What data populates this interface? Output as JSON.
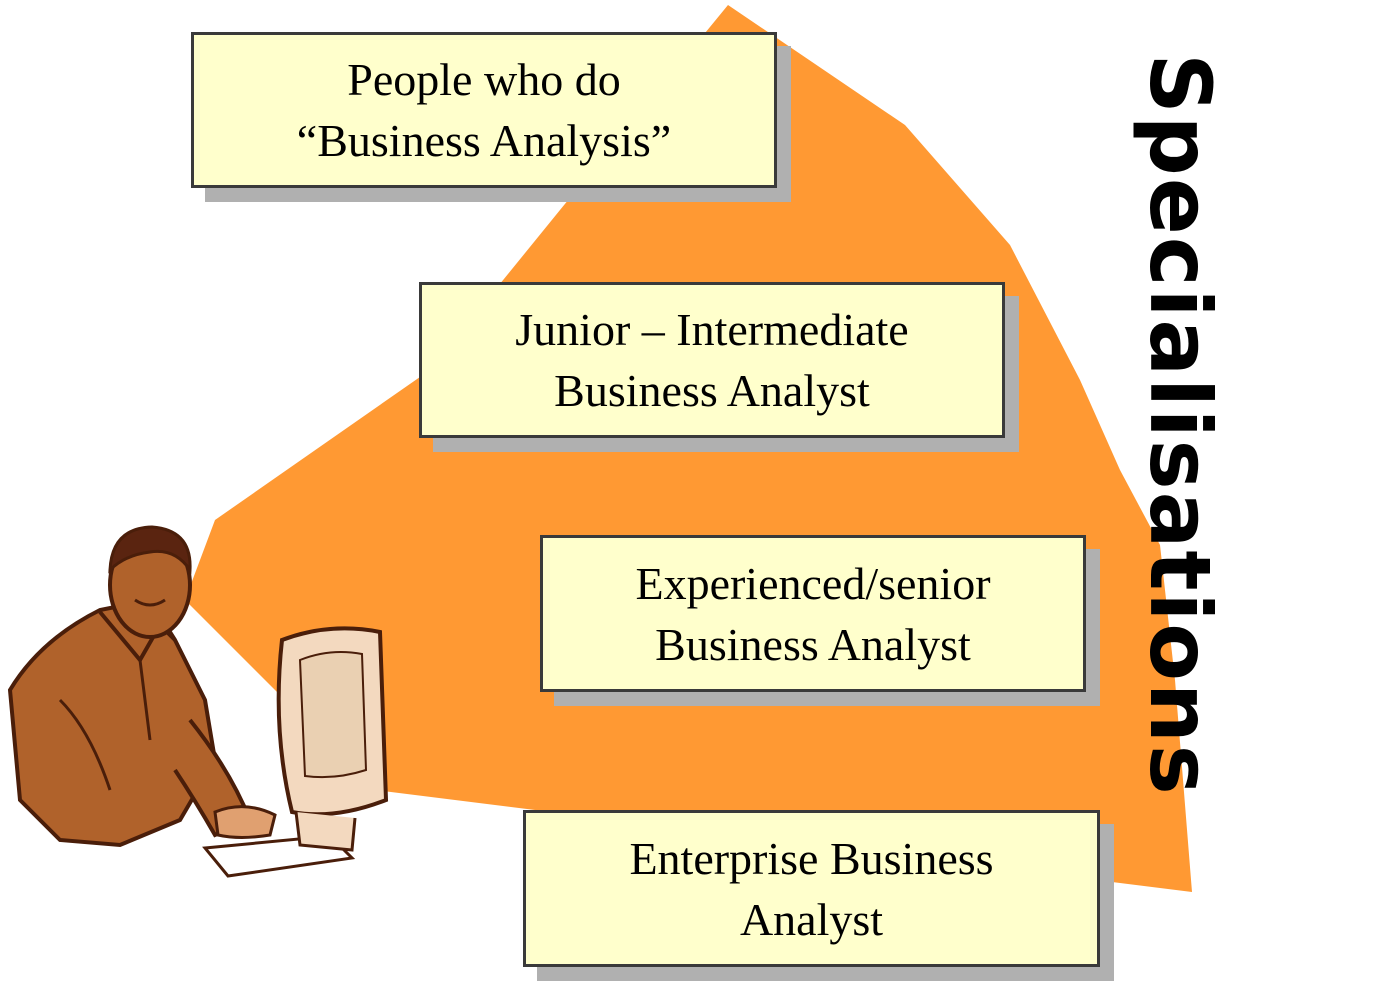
{
  "diagram": {
    "levels": [
      {
        "line1": "People who do",
        "line2": "“Business Analysis”"
      },
      {
        "line1": "Junior – Intermediate",
        "line2": "Business Analyst"
      },
      {
        "line1": "Experienced/senior",
        "line2": "Business Analyst"
      },
      {
        "line1": "Enterprise Business",
        "line2": "Analyst"
      }
    ],
    "side_title": "Specialisations",
    "colors": {
      "wedge": "#ff9933",
      "box_fill": "#ffffcc",
      "box_border": "#3a3a3a",
      "box_shadow": "#b0b0b0",
      "skin": "#b0622b",
      "monitor": "#f3d9bf"
    },
    "illustration": "man-at-computer-clipart"
  }
}
